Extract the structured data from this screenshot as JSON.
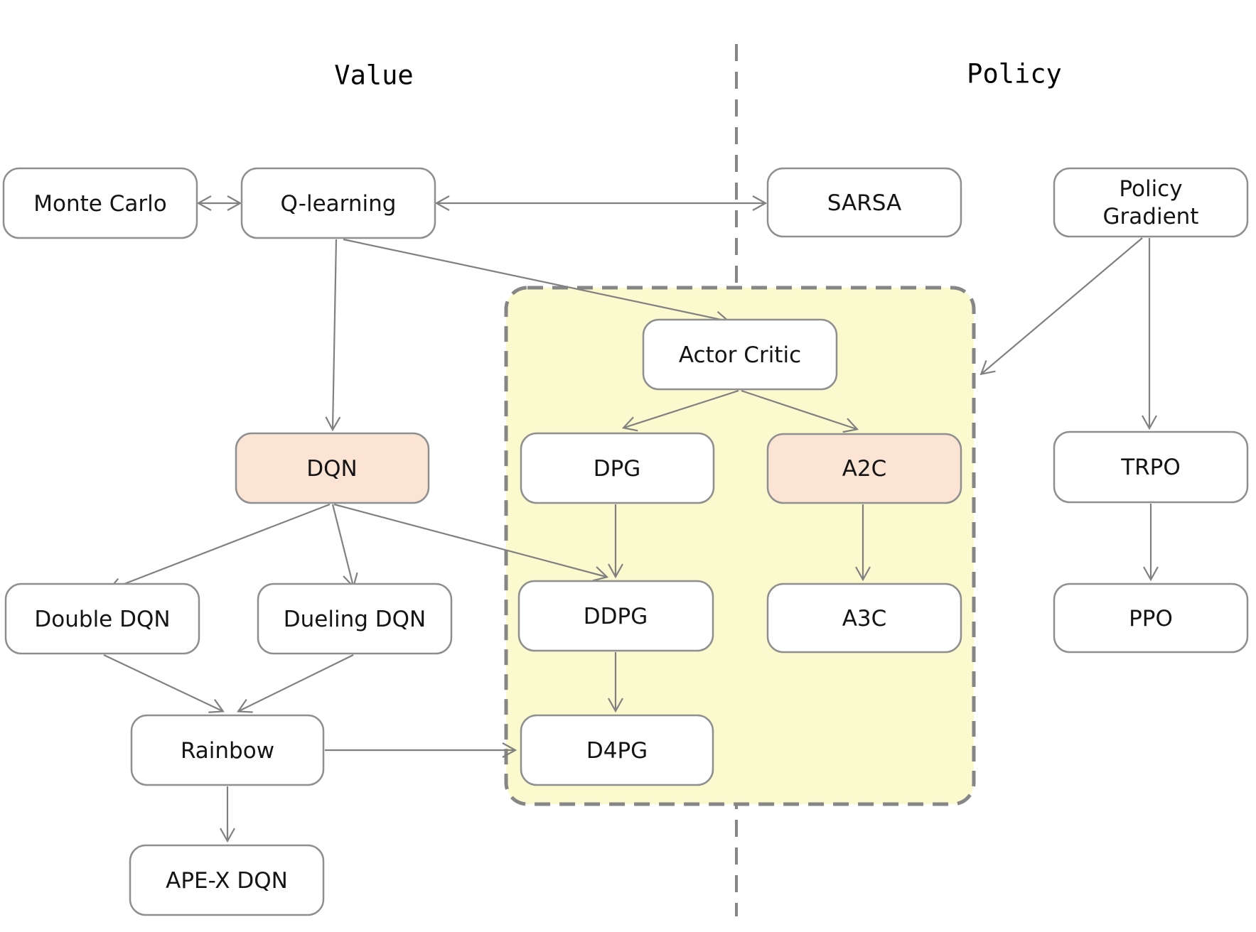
{
  "titles": {
    "left": "Value",
    "right": "Policy"
  },
  "colors": {
    "box_fill": "#FFFFFF",
    "highlight_fill": "#FBE4D4",
    "region_fill": "#FBF9CE",
    "box_border": "#8F8F8F",
    "line": "#808080",
    "text": "#141414"
  },
  "nodes": {
    "monte_carlo": {
      "label": "Monte Carlo",
      "highlighted": false
    },
    "q_learning": {
      "label": "Q-learning",
      "highlighted": false
    },
    "sarsa": {
      "label": "SARSA",
      "highlighted": false
    },
    "policy_gradient": {
      "label": "Policy Gradient",
      "line1": "Policy",
      "line2": "Gradient",
      "highlighted": false
    },
    "actor_critic": {
      "label": "Actor Critic",
      "highlighted": false
    },
    "dqn": {
      "label": "DQN",
      "highlighted": true
    },
    "dpg": {
      "label": "DPG",
      "highlighted": false
    },
    "a2c": {
      "label": "A2C",
      "highlighted": true
    },
    "trpo": {
      "label": "TRPO",
      "highlighted": false
    },
    "double_dqn": {
      "label": "Double DQN",
      "highlighted": false
    },
    "dueling_dqn": {
      "label": "Dueling DQN",
      "highlighted": false
    },
    "ddpg": {
      "label": "DDPG",
      "highlighted": false
    },
    "a3c": {
      "label": "A3C",
      "highlighted": false
    },
    "ppo": {
      "label": "PPO",
      "highlighted": false
    },
    "rainbow": {
      "label": "Rainbow",
      "highlighted": false
    },
    "d4pg": {
      "label": "D4PG",
      "highlighted": false
    },
    "apex_dqn": {
      "label": "APE-X DQN",
      "highlighted": false
    }
  },
  "edges": [
    {
      "from": "monte_carlo",
      "to": "q_learning",
      "style": "bidirectional"
    },
    {
      "from": "q_learning",
      "to": "sarsa",
      "style": "bidirectional"
    },
    {
      "from": "q_learning",
      "to": "dqn",
      "style": "arrow"
    },
    {
      "from": "q_learning",
      "to": "actor_critic",
      "style": "arrow"
    },
    {
      "from": "policy_gradient",
      "to": "actor_critic_region",
      "style": "arrow"
    },
    {
      "from": "policy_gradient",
      "to": "trpo",
      "style": "arrow"
    },
    {
      "from": "actor_critic",
      "to": "dpg",
      "style": "arrow"
    },
    {
      "from": "actor_critic",
      "to": "a2c",
      "style": "arrow"
    },
    {
      "from": "dqn",
      "to": "double_dqn",
      "style": "arrow"
    },
    {
      "from": "dqn",
      "to": "dueling_dqn",
      "style": "arrow"
    },
    {
      "from": "dqn",
      "to": "ddpg",
      "style": "arrow"
    },
    {
      "from": "dpg",
      "to": "ddpg",
      "style": "arrow"
    },
    {
      "from": "a2c",
      "to": "a3c",
      "style": "arrow"
    },
    {
      "from": "trpo",
      "to": "ppo",
      "style": "arrow"
    },
    {
      "from": "double_dqn",
      "to": "rainbow",
      "style": "arrow"
    },
    {
      "from": "dueling_dqn",
      "to": "rainbow",
      "style": "arrow"
    },
    {
      "from": "ddpg",
      "to": "d4pg",
      "style": "arrow"
    },
    {
      "from": "rainbow",
      "to": "d4pg",
      "style": "arrow"
    },
    {
      "from": "rainbow",
      "to": "apex_dqn",
      "style": "arrow"
    }
  ]
}
